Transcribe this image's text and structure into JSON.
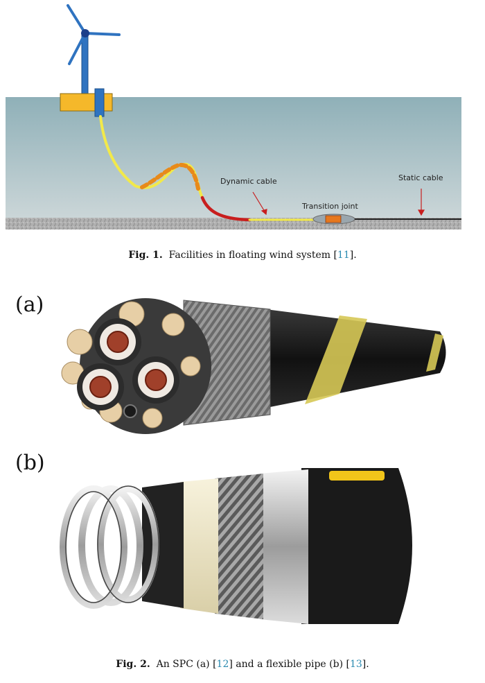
{
  "fig1": {
    "labels": {
      "dynamic_cable": "Dynamic cable",
      "static_cable": "Static cable",
      "transition_joint": "Transition joint"
    },
    "caption": {
      "number": "Fig. 1.",
      "text": "Facilities in floating wind system [",
      "ref": "11",
      "end": "]."
    }
  },
  "fig2": {
    "panel_a": "(a)",
    "panel_b": "(b)",
    "caption": {
      "number": "Fig. 2.",
      "text_1": "An SPC (a) [",
      "ref_1": "12",
      "text_2": "] and a flexible pipe (b) [",
      "ref_2": "13",
      "end": "]."
    }
  },
  "colors": {
    "sea_top": "#8fb0b8",
    "sea_bottom": "#c7d3d6",
    "seabed": "#b5b5b5",
    "cable_yellow": "#f2e94a",
    "cable_orange": "#e88a1a",
    "cable_red": "#c81e1e",
    "float_yellow": "#f5b82a",
    "tower_blue": "#2f73c0",
    "ref_blue": "#2a8ab0"
  }
}
